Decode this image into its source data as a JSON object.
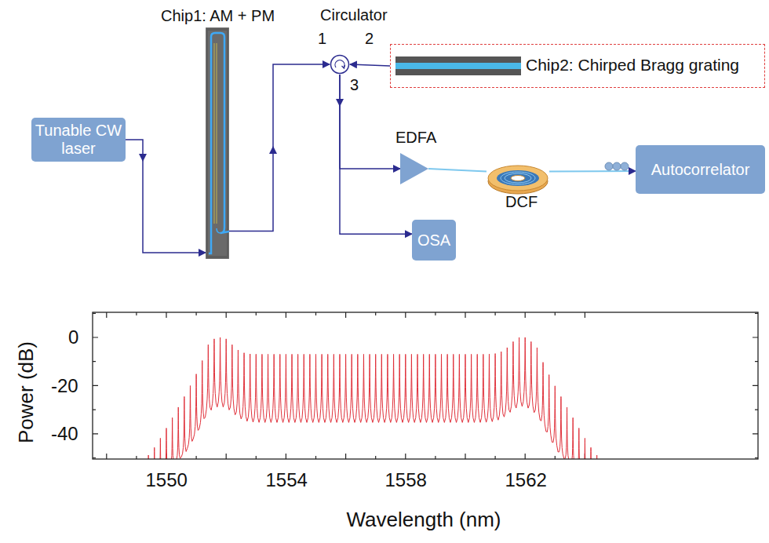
{
  "diagram": {
    "nodes": [
      {
        "text": [
          "Tunable CW laser"
        ]
      },
      {
        "text": [
          "Chip1: AM + PM"
        ]
      },
      {
        "text": [
          "Circulator"
        ]
      },
      {
        "text": [
          "Chip2: Chirped Bragg grating"
        ]
      },
      {
        "text": [
          "EDFA"
        ]
      },
      {
        "text": [
          "DCF"
        ]
      },
      {
        "text": [
          "Autocorrelator"
        ]
      },
      {
        "text": [
          "OSA"
        ]
      }
    ],
    "edges": [
      {
        "from": 0,
        "to": 1,
        "arrow": "to"
      },
      {
        "from": 1,
        "to": 2,
        "arrow": "to"
      },
      {
        "from": 3,
        "to": 2,
        "arrow": "to"
      },
      {
        "from": 2,
        "to": 4,
        "arrow": "to"
      },
      {
        "from": 2,
        "to": 7,
        "arrow": "to"
      },
      {
        "from": 4,
        "to": 5,
        "arrow": "none"
      },
      {
        "from": 5,
        "to": 6,
        "arrow": "to"
      }
    ],
    "labels": [
      "1",
      "2",
      "3",
      "0",
      "-20",
      "-40",
      "1550",
      "1554",
      "1558",
      "1562",
      "Power (dB)",
      "Wavelength (nm)"
    ]
  }
}
